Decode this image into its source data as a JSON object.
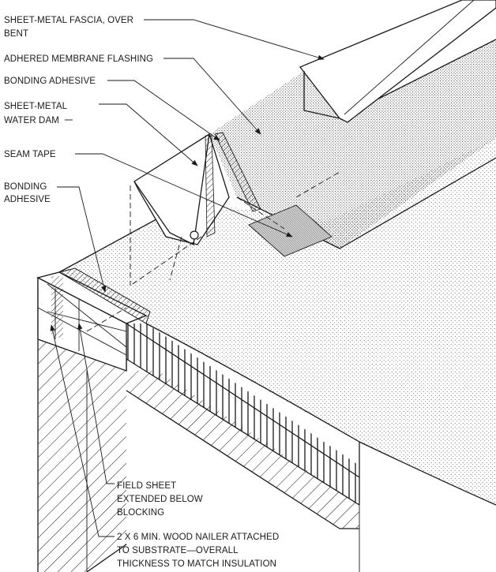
{
  "labels": {
    "fascia_l1": "SHEET-METAL FASCIA, OVER",
    "fascia_l2": "BENT",
    "membrane_flashing": "ADHERED MEMBRANE FLASHING",
    "bonding_adhesive_top": "BONDING ADHESIVE",
    "water_dam_l1": "SHEET-METAL",
    "water_dam_l2": "WATER DAM",
    "seam_tape": "SEAM TAPE",
    "bonding_adhesive_l1": "BONDING",
    "bonding_adhesive_l2": "ADHESIVE",
    "field_sheet_l1": "FIELD SHEET",
    "field_sheet_l2": "EXTENDED BELOW",
    "field_sheet_l3": "BLOCKING",
    "nailer_l1": "2 X 6 MIN. WOOD NAILER ATTACHED",
    "nailer_l2": "TO SUBSTRATE—OVERALL",
    "nailer_l3": "THICKNESS TO MATCH INSULATION"
  },
  "colors": {
    "line": "#1a1a1a",
    "fill": "#ffffff"
  }
}
